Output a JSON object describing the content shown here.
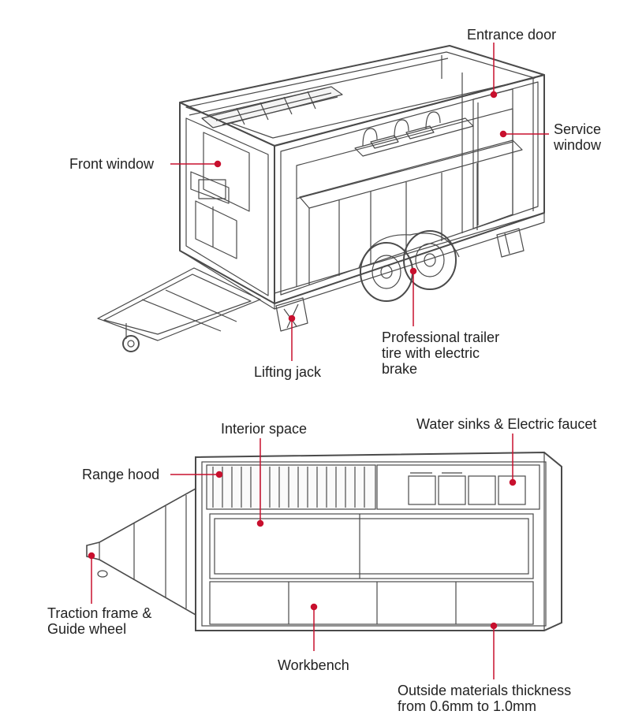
{
  "colors": {
    "callout": "#c8102e",
    "linework": "#4a4a4a",
    "text": "#222222"
  },
  "top_view": {
    "labels": {
      "entrance_door": "Entrance door",
      "service_window_1": "Service",
      "service_window_2": "window",
      "front_window": "Front window",
      "trailer_tire_1": "Professional trailer",
      "trailer_tire_2": "tire with electric",
      "trailer_tire_3": "brake",
      "lifting_jack": "Lifting jack"
    }
  },
  "plan_view": {
    "labels": {
      "interior_space": "Interior space",
      "water_sinks": "Water sinks & Electric faucet",
      "range_hood": "Range hood",
      "traction_frame_1": "Traction frame &",
      "traction_frame_2": "Guide wheel",
      "workbench": "Workbench",
      "outside_materials_1": "Outside materials thickness",
      "outside_materials_2": "from 0.6mm to 1.0mm"
    }
  }
}
